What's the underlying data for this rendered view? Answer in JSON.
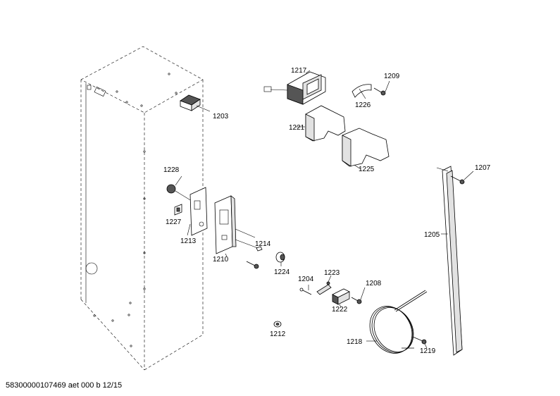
{
  "diagram": {
    "labels": {
      "p1203": "1203",
      "p1205": "1205",
      "p1207": "1207",
      "p1208": "1208",
      "p1209": "1209",
      "p1210": "1210",
      "p1212": "1212",
      "p1213": "1213",
      "p1214": "1214",
      "p1217": "1217",
      "p1218": "1218",
      "p1219": "1219",
      "p1221": "1221",
      "p1222": "1222",
      "p1223": "1223",
      "p1224": "1224",
      "p1225": "1225",
      "p1226": "1226",
      "p1227": "1227",
      "p1228": "1228",
      "p1204": "1204"
    }
  },
  "footer": {
    "doc_ref": "5830000010746­9 aet 000 b 12/15"
  }
}
